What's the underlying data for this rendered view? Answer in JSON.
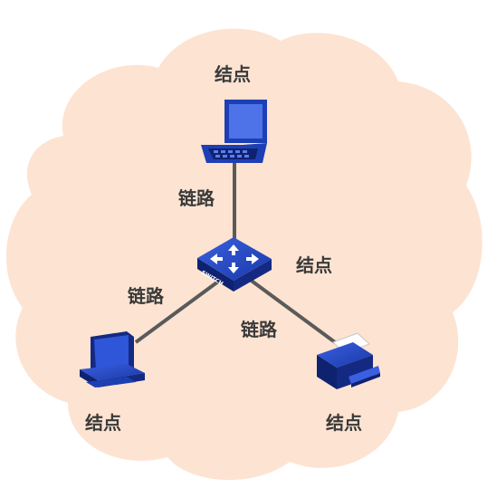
{
  "diagram": {
    "labels": {
      "node_top": "结点",
      "node_center": "结点",
      "node_bottom_left": "结点",
      "node_bottom_right": "结点",
      "link_top": "链路",
      "link_left": "链路",
      "link_right": "链路"
    },
    "switch_text": "SWITCH",
    "colors": {
      "cloud": "#fde3d2",
      "link": "#5a5a5a",
      "device_blue": "#1d3fb5",
      "device_dark": "#142a82",
      "label_text": "#3a3a3a"
    },
    "icons": {
      "top": "laptop-icon",
      "center": "switch-icon",
      "bottom_left": "desktop-computer-icon",
      "bottom_right": "printer-icon"
    }
  }
}
